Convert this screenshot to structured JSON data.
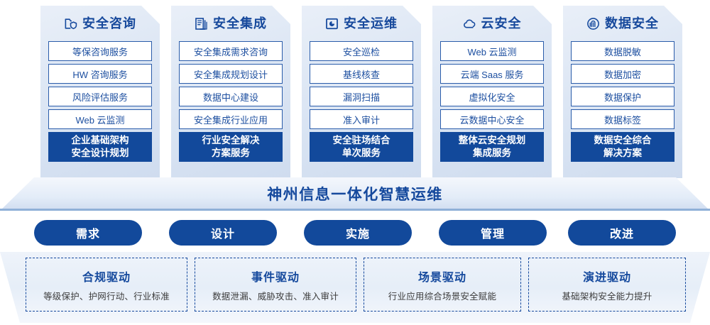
{
  "columns": [
    {
      "icon": "folder-shield-icon",
      "title": "安全咨询",
      "items": [
        "等保咨询服务",
        "HW 咨询服务",
        "风险评估服务",
        "Web 云监测"
      ],
      "highlight": [
        "企业基础架构",
        "安全设计规划"
      ]
    },
    {
      "icon": "stacked-documents-icon",
      "title": "安全集成",
      "items": [
        "安全集成需求咨询",
        "安全集成规划设计",
        "数据中心建设",
        "安全集成行业应用"
      ],
      "highlight": [
        "行业安全解决",
        "方案服务"
      ]
    },
    {
      "icon": "monitor-chart-icon",
      "title": "安全运维",
      "items": [
        "安全巡检",
        "基线核查",
        "漏洞扫描",
        "准入审计"
      ],
      "highlight": [
        "安全驻场结合",
        "单次服务"
      ]
    },
    {
      "icon": "cloud-icon",
      "title": "云安全",
      "items": [
        "Web 云监测",
        "云端 Saas 服务",
        "虚拟化安全",
        "云数据中心安全"
      ],
      "highlight": [
        "整体云安全规划",
        "集成服务"
      ]
    },
    {
      "icon": "fingerprint-icon",
      "title": "数据安全",
      "items": [
        "数据脱敏",
        "数据加密",
        "数据保护",
        "数据标签"
      ],
      "highlight": [
        "数据安全综合",
        "解决方案"
      ]
    }
  ],
  "platform": {
    "title": "神州信息一体化智慧运维"
  },
  "phases": [
    {
      "label": "需求"
    },
    {
      "label": "设计"
    },
    {
      "label": "实施"
    },
    {
      "label": "管理"
    },
    {
      "label": "改进"
    }
  ],
  "drivers": [
    {
      "title": "合规驱动",
      "subtitle": "等级保护、护网行动、行业标准"
    },
    {
      "title": "事件驱动",
      "subtitle": "数据泄漏、威胁攻击、准入审计"
    },
    {
      "title": "场景驱动",
      "subtitle": "行业应用综合场景安全赋能"
    },
    {
      "title": "演进驱动",
      "subtitle": "基础架构安全能力提升"
    }
  ],
  "colors": {
    "brand_blue": "#15499d",
    "deep_blue": "#12499b",
    "panel_light": "#e3ecf8",
    "item_border": "#2a5caa"
  }
}
